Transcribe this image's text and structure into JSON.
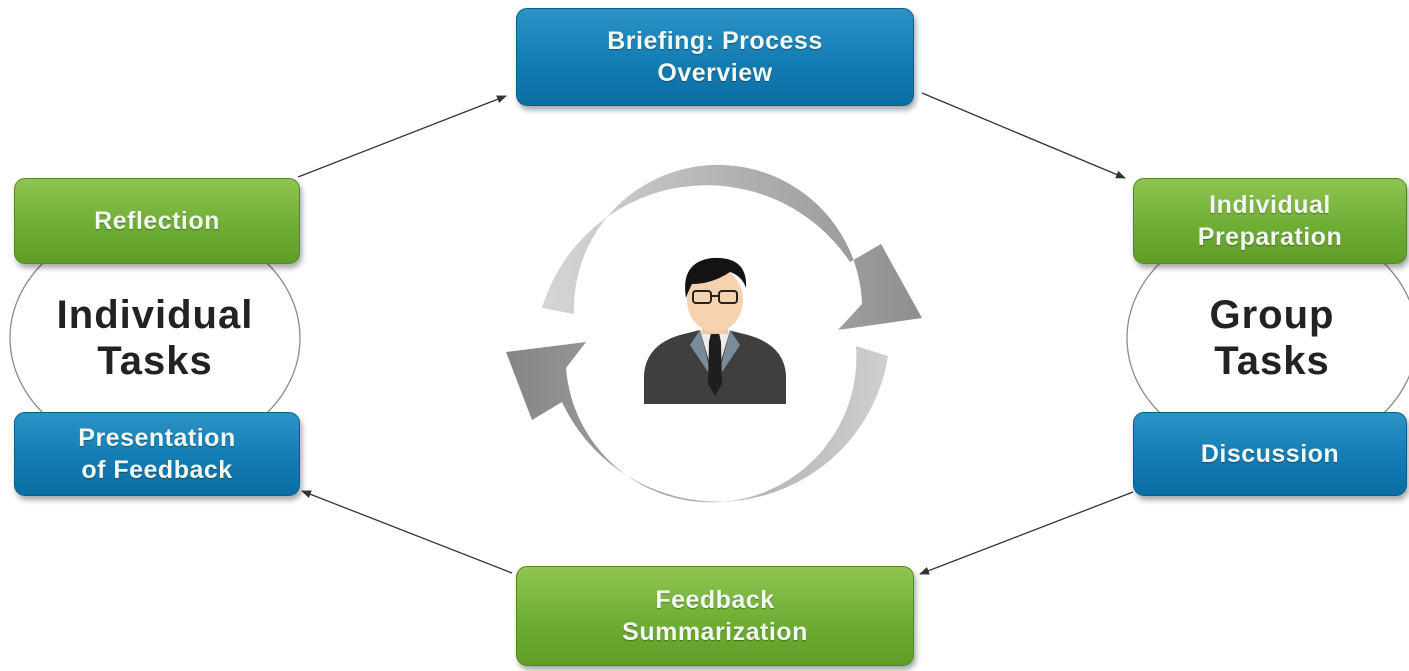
{
  "nodes": {
    "briefing": {
      "label": "Briefing: Process\nOverview",
      "color": "#137cb3"
    },
    "individual_preparation": {
      "label": "Individual\nPreparation",
      "color": "#6fae34"
    },
    "discussion": {
      "label": "Discussion",
      "color": "#137cb3"
    },
    "feedback_summarization": {
      "label": "Feedback\nSummarization",
      "color": "#6fae34"
    },
    "presentation_of_feedback": {
      "label": "Presentation\nof Feedback",
      "color": "#137cb3"
    },
    "reflection": {
      "label": "Reflection",
      "color": "#6fae34"
    }
  },
  "groups": {
    "individual_tasks": {
      "label": "Individual\nTasks"
    },
    "group_tasks": {
      "label": "Group\nTasks"
    }
  },
  "center": {
    "icon": "person-with-glasses-icon",
    "cycle_icon": "cycle-arrows-icon"
  },
  "edges": [
    {
      "from": "briefing",
      "to": "individual_preparation"
    },
    {
      "from": "discussion",
      "to": "feedback_summarization"
    },
    {
      "from": "feedback_summarization",
      "to": "presentation_of_feedback"
    },
    {
      "from": "reflection",
      "to": "briefing"
    }
  ]
}
